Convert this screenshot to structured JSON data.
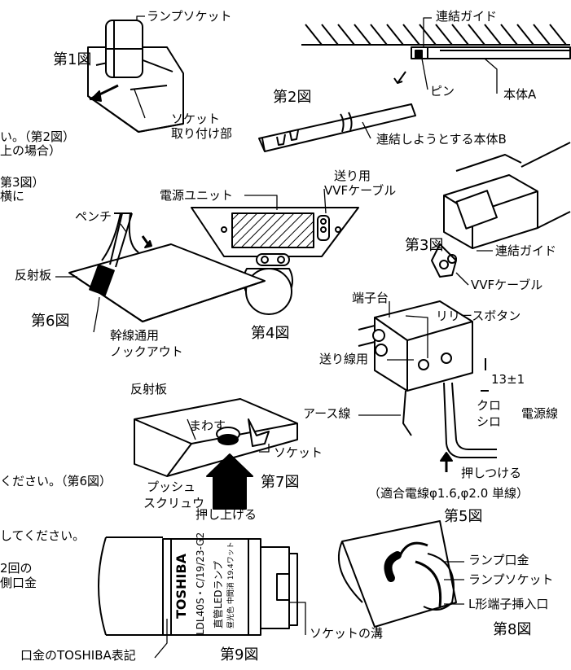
{
  "figures": {
    "fig1": {
      "title": "第1図",
      "lamp_socket": "ランプソケット",
      "socket_mount": [
        "ソケット",
        "取り付け部"
      ]
    },
    "fig2": {
      "title": "第2図",
      "guide": "連結ガイド",
      "pin": "ピン",
      "body_a": "本体A",
      "body_b": "連結しようとする本体B"
    },
    "fig3": {
      "title": "第3図",
      "guide": "連結ガイド",
      "cable": "VVFケーブル"
    },
    "fig4": {
      "title": "第4図",
      "power_unit": "電源ユニット",
      "send_cable": [
        "送り用",
        "VVFケーブル"
      ]
    },
    "fig5": {
      "title": "第5図",
      "terminal_block": "端子台",
      "release_button": "リリースボタン",
      "send_wire": "送り線用",
      "dimension": "13±1",
      "ground": "アース線",
      "black": "クロ",
      "white": "シロ",
      "power_line": "電源線",
      "push": "押しつける",
      "wire_spec": "（適合電線φ1.6,φ2.0 単線）"
    },
    "fig6": {
      "title": "第6図",
      "pliers": "ペンチ",
      "reflector": "反射板",
      "knockout": [
        "幹線通用",
        "ノックアウト"
      ]
    },
    "fig7": {
      "title": "第7図",
      "reflector": "反射板",
      "turn": "まわす",
      "socket": "ソケット",
      "push_screw": [
        "プッシュ",
        "スクリュウ"
      ],
      "push_up": "押し上げる"
    },
    "fig8": {
      "title": "第8図",
      "lamp_cap": "ランプ口金",
      "lamp_socket": "ランプソケット",
      "l_insert": "L形端子挿入口"
    },
    "fig9": {
      "title": "第9図",
      "groove": "ソケットの溝",
      "toshiba_mark": "口金のTOSHIBA表記",
      "brand": "TOSHIBA",
      "model": "LDL40S・C/19/23-G2",
      "lamp_name": "直管LEDランプ",
      "lamp_sub": "昼光色 中間消 19.4ワット"
    }
  },
  "left_fragments": {
    "f1": "い。（第2図）",
    "f2": "上の場合）",
    "f3": "第3図）",
    "f4": "横に",
    "f5": "ください。（第6図）",
    "f6": "してください。",
    "f7": "2回の",
    "f8": "側口金"
  }
}
